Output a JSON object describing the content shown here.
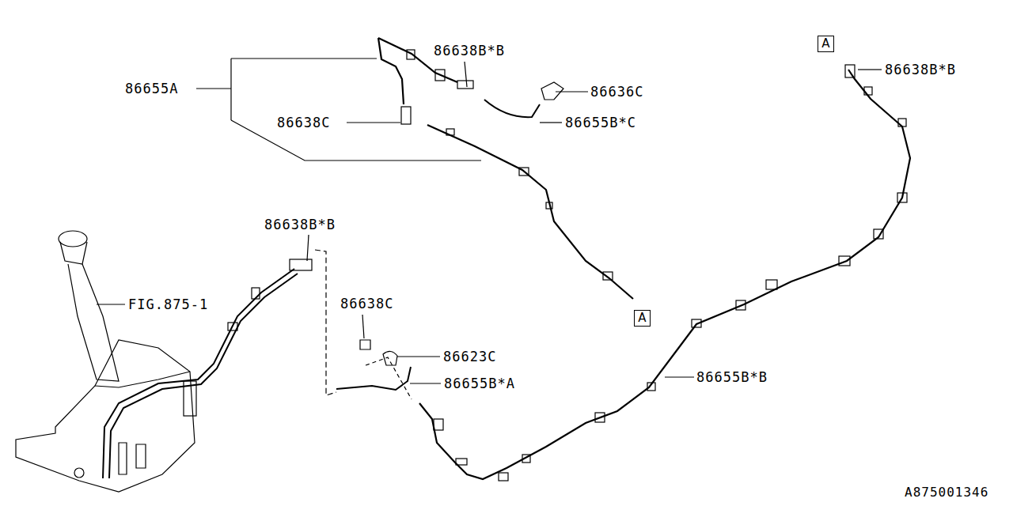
{
  "diagram": {
    "nodes": [
      {
        "text": [
          "A"
        ]
      },
      {
        "text": [
          "A"
        ]
      }
    ],
    "labels": [
      "86638B*B",
      "86655A",
      "86636C",
      "86638C",
      "86655B*C",
      "86638B*B",
      "86638B*B",
      "FIG.875-1",
      "86638C",
      "86623C",
      "86655B*A",
      "86655B*B",
      "A875001346"
    ]
  }
}
